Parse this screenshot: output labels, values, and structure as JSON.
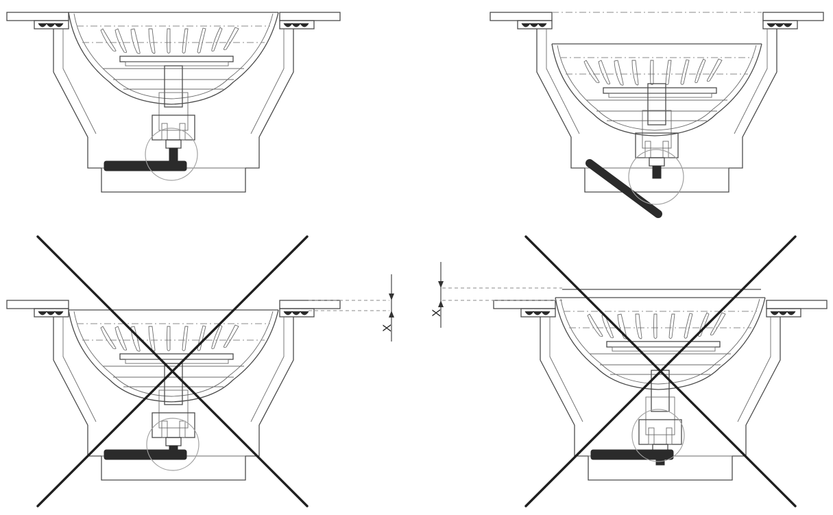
{
  "panels": [
    {
      "id": "correct-lever-flat",
      "status": "correct",
      "lever": "horizontal"
    },
    {
      "id": "correct-lever-tilted",
      "status": "correct",
      "lever": "tilted"
    },
    {
      "id": "incorrect-basket-low",
      "status": "incorrect",
      "lever": "horizontal"
    },
    {
      "id": "incorrect-basket-high",
      "status": "incorrect",
      "lever": "horizontal"
    }
  ],
  "dimensions": {
    "left_label": "X",
    "right_label": "X"
  },
  "colors": {
    "line": "#4a4a4a",
    "lever": "#2b2b2b",
    "cross": "#1f1f1f",
    "highlight_circle": "#a0a0a0"
  }
}
